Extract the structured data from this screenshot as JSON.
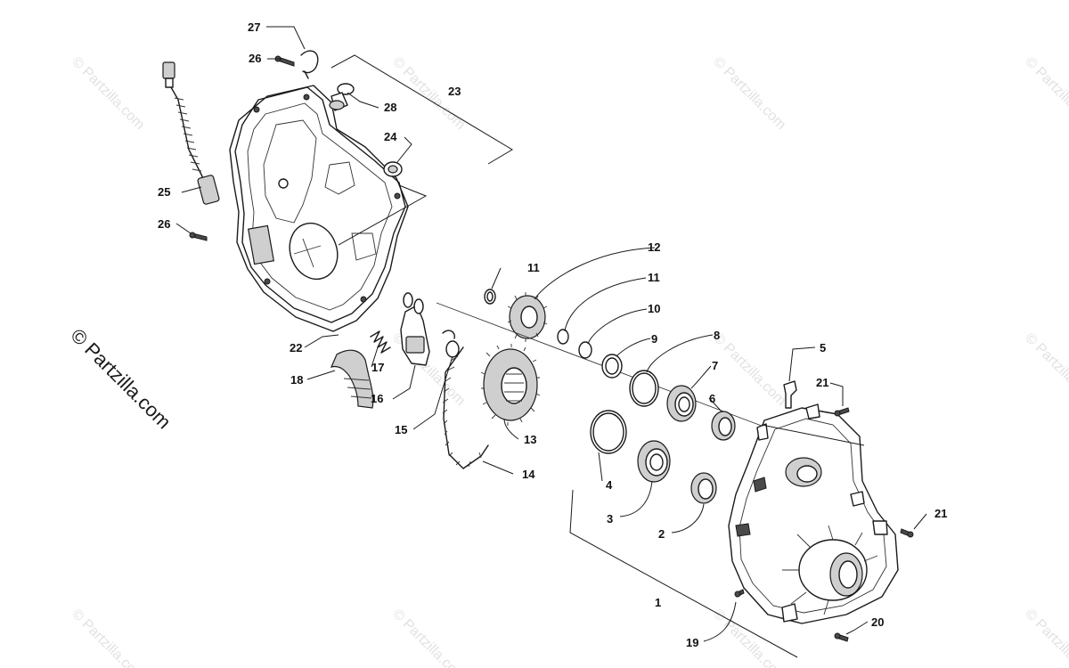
{
  "watermark": {
    "brand": "© Partzilla.com",
    "faint": "© Partzilla.com"
  },
  "callouts": [
    {
      "id": "1",
      "label": "1"
    },
    {
      "id": "2",
      "label": "2"
    },
    {
      "id": "3",
      "label": "3"
    },
    {
      "id": "4",
      "label": "4"
    },
    {
      "id": "5",
      "label": "5"
    },
    {
      "id": "6",
      "label": "6"
    },
    {
      "id": "7",
      "label": "7"
    },
    {
      "id": "8",
      "label": "8"
    },
    {
      "id": "9",
      "label": "9"
    },
    {
      "id": "10",
      "label": "10"
    },
    {
      "id": "11a",
      "label": "11"
    },
    {
      "id": "11b",
      "label": "11"
    },
    {
      "id": "12",
      "label": "12"
    },
    {
      "id": "13",
      "label": "13"
    },
    {
      "id": "14",
      "label": "14"
    },
    {
      "id": "15",
      "label": "15"
    },
    {
      "id": "16",
      "label": "16"
    },
    {
      "id": "17",
      "label": "17"
    },
    {
      "id": "18",
      "label": "18"
    },
    {
      "id": "19",
      "label": "19"
    },
    {
      "id": "20",
      "label": "20"
    },
    {
      "id": "21a",
      "label": "21"
    },
    {
      "id": "21b",
      "label": "21"
    },
    {
      "id": "22",
      "label": "22"
    },
    {
      "id": "23",
      "label": "23"
    },
    {
      "id": "24",
      "label": "24"
    },
    {
      "id": "25",
      "label": "25"
    },
    {
      "id": "26a",
      "label": "26"
    },
    {
      "id": "26b",
      "label": "26"
    },
    {
      "id": "27",
      "label": "27"
    },
    {
      "id": "28",
      "label": "28"
    }
  ]
}
